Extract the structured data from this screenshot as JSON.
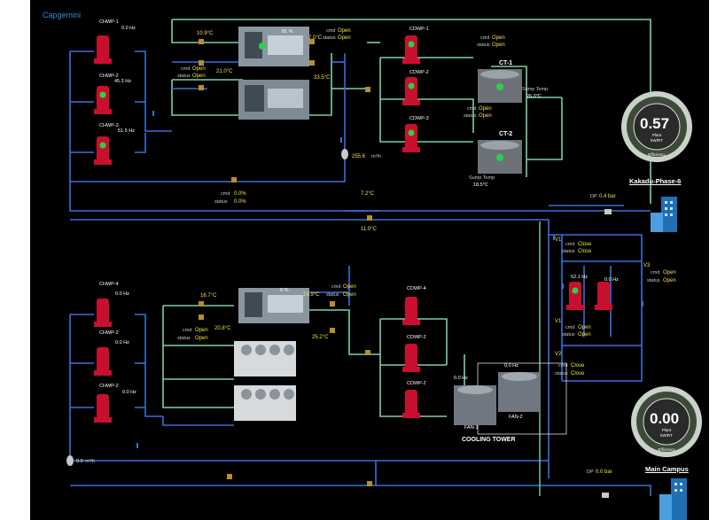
{
  "brand": "Capgemini",
  "colors": {
    "pipe_green": "#7ad0a8",
    "pipe_blue": "#3a6fd9",
    "value_yellow": "#f1e04a",
    "pump_red": "#c8102e"
  },
  "phase6": {
    "chwp": [
      {
        "name": "CHWP-1",
        "value": "0.0 Hz"
      },
      {
        "name": "CHWP-2",
        "value": "45.3 Hz"
      },
      {
        "name": "CHWP-3",
        "value": "51.5 Hz"
      }
    ],
    "cdwp": [
      {
        "name": "CDWP-1"
      },
      {
        "name": "CDWP-2"
      },
      {
        "name": "CDWP-3"
      }
    ],
    "chiller1": {
      "percent": "81 %",
      "chw_in": "10.9°C",
      "chw_out": "7.0°C",
      "cdw_in": "21.0°C",
      "cdw_out": "33.5°C",
      "cmd_label": "cmd",
      "cmd": "Open",
      "status_label": "status",
      "status": "Open"
    },
    "chiller2": {
      "cmd_label": "cmd",
      "cmd": "Open",
      "status_label": "status",
      "status": "Open"
    },
    "ct1": {
      "name": "CT-1",
      "cmd_label": "cmd",
      "cmd": "Open",
      "status_label": "status",
      "status": "Open",
      "temp_label": "Sump Temp",
      "temp": "26.3°C"
    },
    "ct2": {
      "name": "CT-2",
      "cmd_label": "cmd",
      "cmd": "Open",
      "status_label": "status",
      "status": "Open",
      "temp_label": "Sump Temp",
      "temp": "18.5°C"
    },
    "flow": "255.6",
    "flow_unit": "m³/h",
    "bypass_cmd_label": "cmd",
    "bypass_cmd": "0.0%",
    "bypass_status_label": "status",
    "bypass_status": "0.0%",
    "supply_temp": "7.2°C",
    "return_temp": "11.0°C",
    "dp_label": "DP",
    "dp": "0.4 bar",
    "site": "Kakadu-Phase-6",
    "gauge": {
      "value": "0.57",
      "line1": "Plant",
      "line2": "kW/RT",
      "brand": "Efficiency"
    }
  },
  "main": {
    "chwp": [
      {
        "name": "CHWP-4",
        "value": "0.0 Hz"
      },
      {
        "name": "CHWP-2",
        "value": "0.0 Hz"
      },
      {
        "name": "CHWP-2",
        "value": "0.0 Hz"
      }
    ],
    "cdwp": [
      {
        "name": "CDWP-4"
      },
      {
        "name": "CDWP-2"
      },
      {
        "name": "CDWP-2"
      }
    ],
    "chiller": {
      "percent": "0 %",
      "chw_in": "16.7°C",
      "chw_out": "14.9°C",
      "cdw_in": "20.8°C",
      "cdw_out": "25.2°C",
      "cmd_label": "cmd",
      "cmd": "Open",
      "status_label": "status",
      "status": "Open"
    },
    "chiller_lower": {
      "cmd_label": "cmd",
      "cmd": "Open",
      "status_label": "status",
      "status": "Open"
    },
    "tower": {
      "fan1": "FAN-1",
      "fan2": "FAN-2",
      "fan1_value": "0.0 Hz",
      "fan2_value": "0.0 Hz",
      "label": "COOLING TOWER"
    },
    "flow": "0.0",
    "flow_unit": "m³/h",
    "dp_label": "DP",
    "dp": "0.0 bar",
    "site": "Main Campus",
    "gauge": {
      "value": "0.00",
      "line1": "Plant",
      "line2": "kW/RT",
      "brand": "Efficiency"
    }
  },
  "secondary": {
    "v1": {
      "name": "V1",
      "cmd_label": "cmd",
      "cmd": "Close",
      "status_label": "status",
      "status": "Close"
    },
    "v2": {
      "name": "V1",
      "cmd_label": "cmd",
      "cmd": "Open",
      "status_label": "status",
      "status": "Open"
    },
    "v3": {
      "name": "V2",
      "cmd_label": "cmd",
      "cmd": "Close",
      "status_label": "status",
      "status": "Close"
    },
    "v4": {
      "name": "V3",
      "cmd_label": "cmd",
      "cmd": "Open",
      "status_label": "status",
      "status": "Open"
    },
    "pump_a": "52.1 Hz",
    "pump_b": "0.0 Hz"
  }
}
